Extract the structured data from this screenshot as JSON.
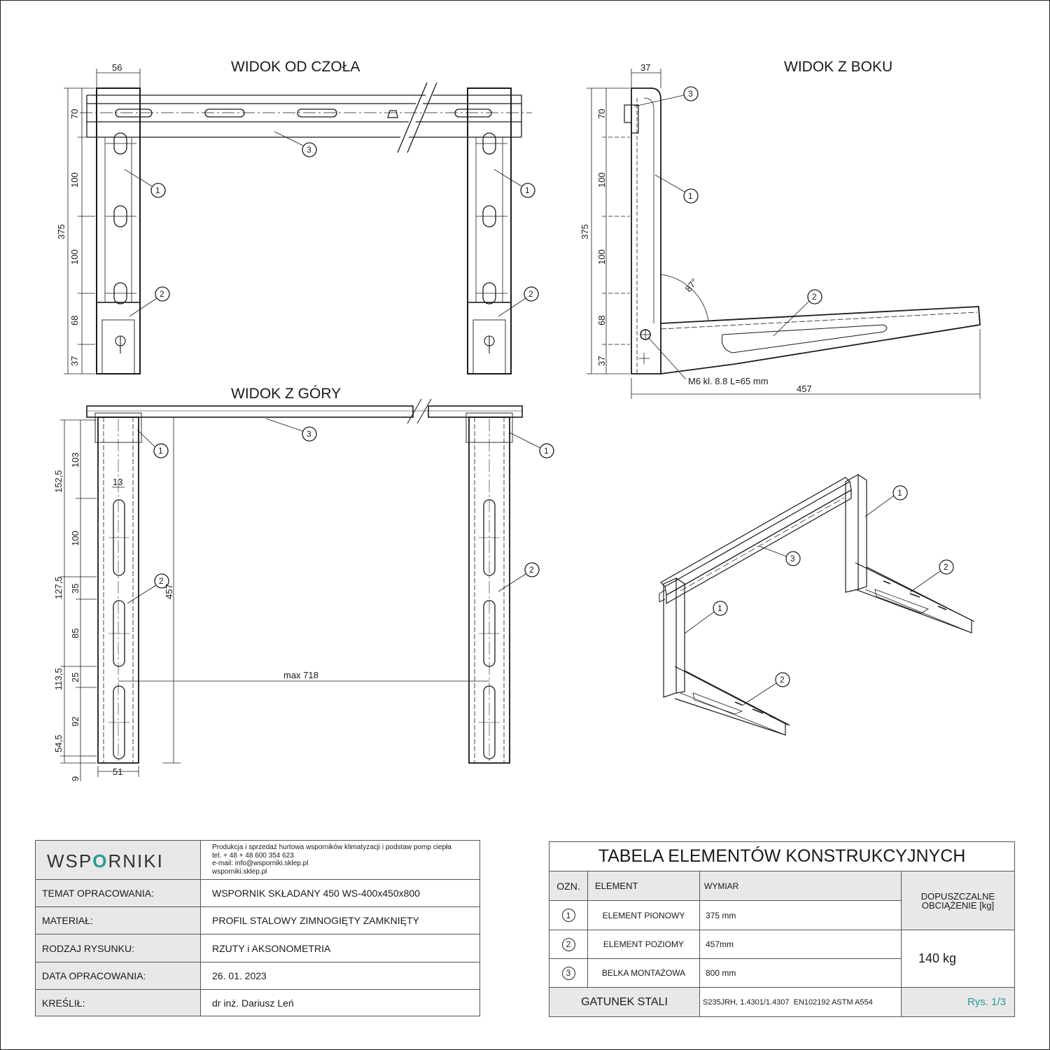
{
  "views": {
    "front_title": "WIDOK OD CZOŁA",
    "side_title": "WIDOK Z BOKU",
    "top_title": "WIDOK Z GÓRY"
  },
  "front_dims": {
    "width_top": "56",
    "d70": "70",
    "d100a": "100",
    "d375": "375",
    "d100b": "100",
    "d68": "68",
    "d37": "37"
  },
  "side_dims": {
    "width_top": "37",
    "d70": "70",
    "d100a": "100",
    "d375": "375",
    "d100b": "100",
    "d68": "68",
    "d37": "37",
    "angle": "87°",
    "bolt": "M6 kl. 8.8 L=65 mm",
    "length": "457"
  },
  "top_dims": {
    "d152_5": "152,5",
    "d103": "103",
    "d13": "13",
    "d100": "100",
    "d127_5": "127,5",
    "d35": "35",
    "d85": "85",
    "d113_5": "113,5",
    "d25": "25",
    "d92": "92",
    "d54_5": "54,5",
    "d9": "9",
    "d51": "51",
    "d457": "457",
    "max": "max 718"
  },
  "callouts": {
    "c1": "1",
    "c2": "2",
    "c3": "3"
  },
  "title_block": {
    "logo_a": "WSP",
    "logo_mark": "O",
    "logo_b": "RNIKI",
    "info": [
      "Produkcja i sprzedaż hurtowa wsporników klimatyzacji i podstaw pomp ciepła",
      "tel. + 48 + 48 600 354 623",
      "e-mail: info@wsporniki.sklep.pl",
      "wsporniki.sklep.pl"
    ],
    "rows": [
      {
        "label": "TEMAT OPRACOWANIA:",
        "value": "WSPORNIK SKŁADANY 450 WS-400x450x800"
      },
      {
        "label": "MATERIAŁ:",
        "value": "PROFIL STALOWY ZIMNOGIĘTY ZAMKNIĘTY"
      },
      {
        "label": "RODZAJ RYSUNKU:",
        "value": "RZUTY i AKSONOMETRIA"
      },
      {
        "label": "DATA OPRACOWANIA:",
        "value": "26. 01. 2023"
      },
      {
        "label": "KREŚLIŁ:",
        "value": "dr inż. Dariusz Leń"
      }
    ]
  },
  "elements_table": {
    "title": "TABELA ELEMENTÓW KONSTRUKCYJNYCH",
    "col_ozn": "OZN.",
    "col_element": "ELEMENT",
    "col_wymiar": "WYMIAR",
    "col_load": "DOPUSZCZALNE OBCIĄŻENIE [kg]",
    "rows": [
      {
        "ozn": "1",
        "element": "ELEMENT PIONOWY",
        "wymiar": "375 mm"
      },
      {
        "ozn": "2",
        "element": "ELEMENT POZIOMY",
        "wymiar": "457mm"
      },
      {
        "ozn": "3",
        "element": "BELKA MONTAŻOWA",
        "wymiar": "800 mm"
      }
    ],
    "load_value": "140 kg",
    "steel_label": "GATUNEK STALI",
    "steel_value": "S235JRH, 1.4301/1.4307  EN102192 ASTM A554",
    "sheet": "Rys. 1/3"
  },
  "colors": {
    "accent": "#2a9a98",
    "line": "#1a1a1a",
    "panel": "#e8e8e8"
  }
}
